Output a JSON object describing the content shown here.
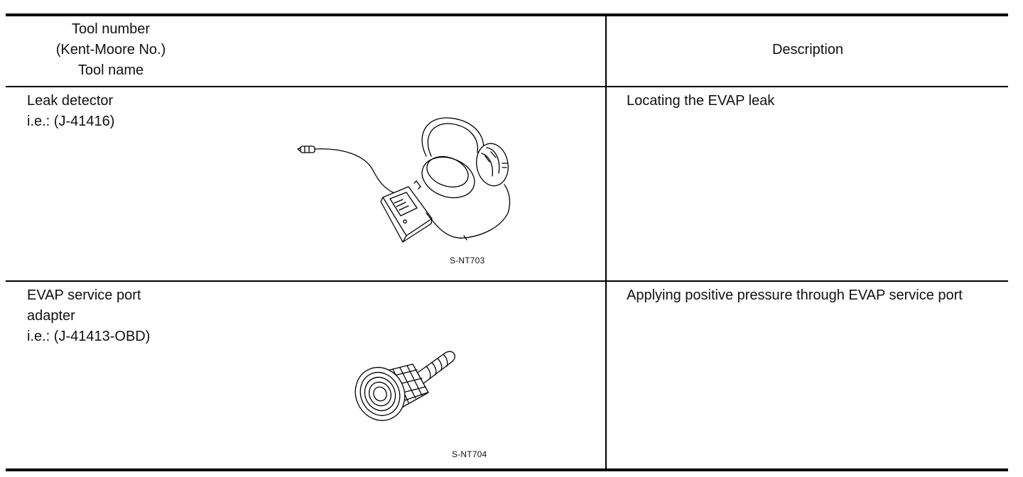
{
  "table": {
    "header": {
      "tool_lines": [
        "Tool number",
        "(Kent-Moore No.)",
        "Tool name"
      ],
      "description": "Description"
    },
    "rows": [
      {
        "tool_lines": [
          "Leak detector",
          "i.e.: (J-41416)"
        ],
        "figure_label": "S-NT703",
        "description": "Locating the EVAP leak"
      },
      {
        "tool_lines": [
          "EVAP service port",
          "adapter",
          "i.e.: (J-41413-OBD)"
        ],
        "figure_label": "S-NT704",
        "description": "Applying positive pressure through EVAP service port"
      }
    ]
  }
}
